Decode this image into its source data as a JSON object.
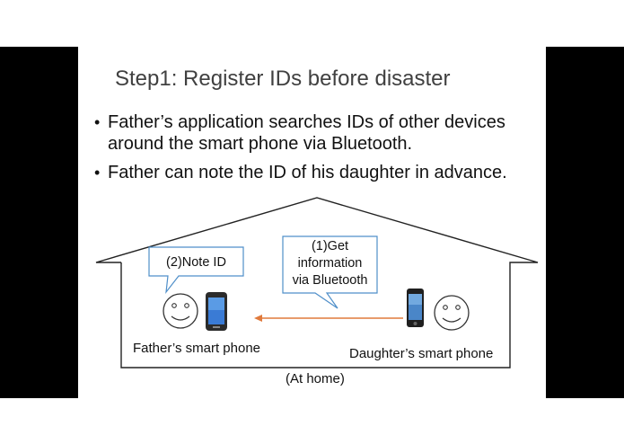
{
  "slide": {
    "title": "Step1: Register IDs before disaster",
    "bullets": [
      {
        "line1": "Father’s application searches IDs of other devices",
        "line2": "around the smart phone via Bluetooth."
      },
      {
        "line1": "Father can note the ID of his daughter in advance."
      }
    ],
    "callouts": {
      "note_id": "(2)Note ID",
      "get_info_line1": "(1)Get",
      "get_info_line2": "information",
      "get_info_line3": "via Bluetooth"
    },
    "labels": {
      "father_phone": "Father’s smart phone",
      "daughter_phone": "Daughter’s smart phone",
      "location": "(At home)"
    }
  },
  "colors": {
    "arrow": "#e07a3c",
    "callout_border": "#4f8fc9",
    "house_outline": "#222222"
  }
}
